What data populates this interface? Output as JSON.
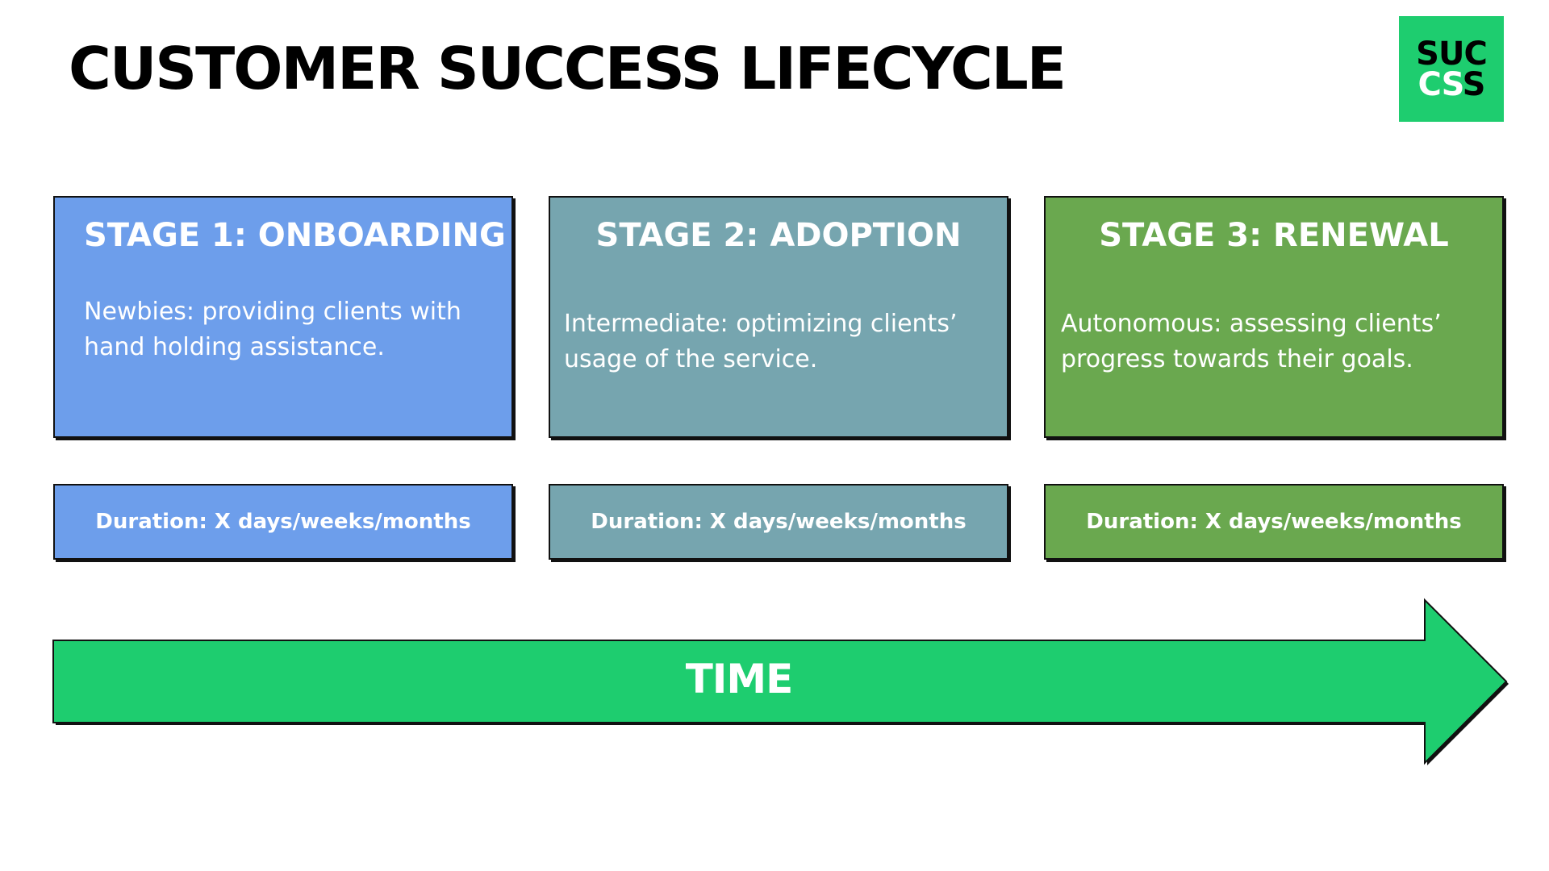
{
  "title": "CUSTOMER SUCCESS LIFECYCLE",
  "logo": {
    "line1": "SUC",
    "line2_light": "CS",
    "line2_dark": "S"
  },
  "stages": [
    {
      "title": "STAGE 1: ONBOARDING",
      "description": "Newbies: providing clients with hand holding assistance.",
      "duration": "Duration: X days/weeks/months",
      "color": "#6d9eeb"
    },
    {
      "title": "STAGE 2: ADOPTION",
      "description": "Intermediate: optimizing clients’ usage of the service.",
      "duration": "Duration: X days/weeks/months",
      "color": "#76a5af"
    },
    {
      "title": "STAGE 3: RENEWAL",
      "description": "Autonomous: assessing clients’ progress towards their goals.",
      "duration": "Duration: X days/weeks/months",
      "color": "#6aa84f"
    }
  ],
  "timeline": {
    "label": "TIME",
    "color": "#1ecd6f"
  },
  "colors": {
    "accent": "#1ecd6f",
    "outline": "#111111"
  }
}
